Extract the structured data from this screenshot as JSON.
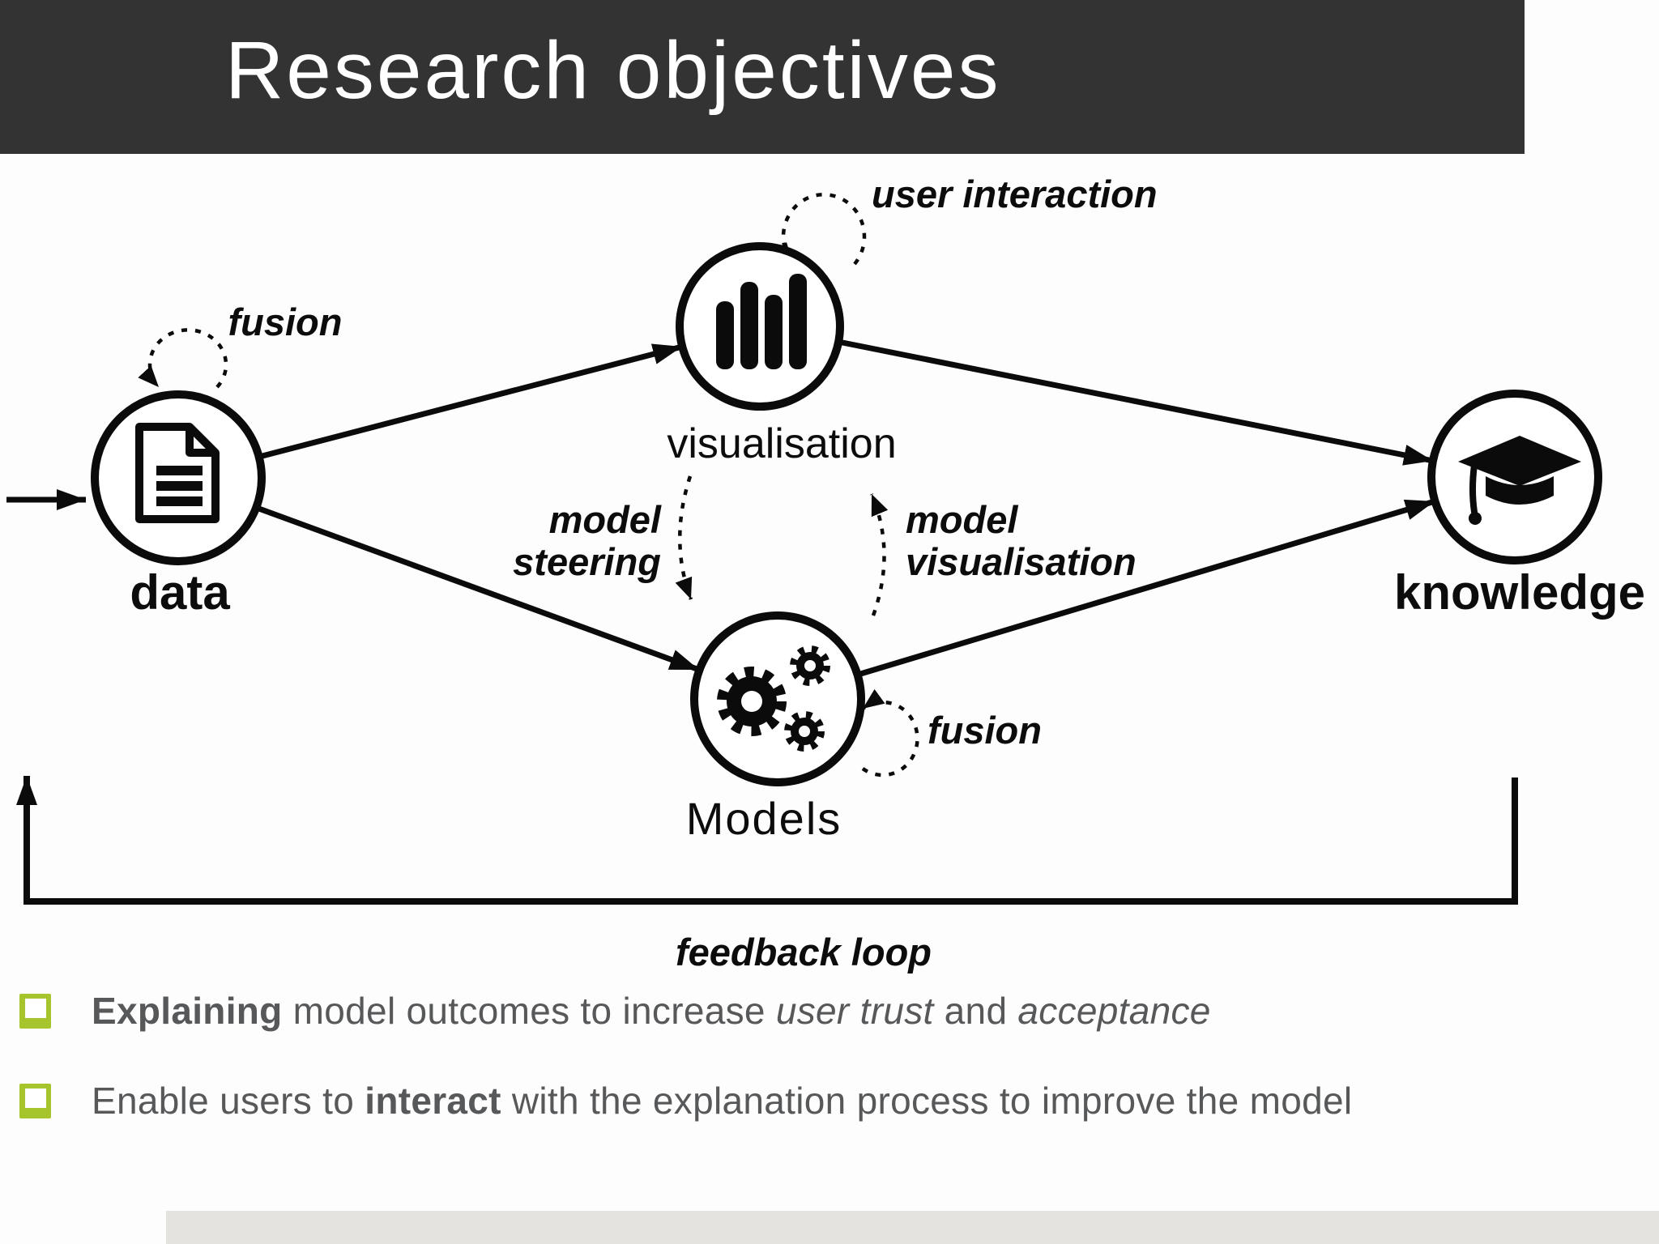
{
  "slide": {
    "title": "Research objectives",
    "colors": {
      "header_bg": "#333333",
      "bullet_green": "#a6c42b",
      "body_text_gray": "#57585a",
      "footer_bar_gray": "#e5e3e0",
      "diagram_ink": "#0b0b0b"
    }
  },
  "diagram": {
    "nodes": [
      {
        "id": "data",
        "label": "data",
        "icon": "document-icon"
      },
      {
        "id": "visualisation",
        "label": "visualisation",
        "icon": "bar-chart-icon"
      },
      {
        "id": "models",
        "label": "Models",
        "icon": "gears-icon"
      },
      {
        "id": "knowledge",
        "label": "knowledge",
        "icon": "graduation-cap-icon"
      }
    ],
    "edge_labels": {
      "data_self_loop": "fusion",
      "visualisation_self_loop": "user interaction",
      "model_steering_line1": "model",
      "model_steering_line2": "steering",
      "model_visualisation_line1": "model",
      "model_visualisation_line2": "visualisation",
      "models_self_loop": "fusion",
      "feedback_loop": "feedback loop"
    }
  },
  "bullets": [
    {
      "segments": [
        {
          "text": "Explaining",
          "style": "bold"
        },
        {
          "text": " model outcomes to increase ",
          "style": "regular"
        },
        {
          "text": "user trust",
          "style": "italic"
        },
        {
          "text": " and ",
          "style": "regular"
        },
        {
          "text": "acceptance",
          "style": "italic"
        }
      ]
    },
    {
      "segments": [
        {
          "text": "Enable users to ",
          "style": "regular"
        },
        {
          "text": "interact",
          "style": "bold"
        },
        {
          "text": " with the explanation process to improve the model",
          "style": "regular"
        }
      ]
    }
  ]
}
